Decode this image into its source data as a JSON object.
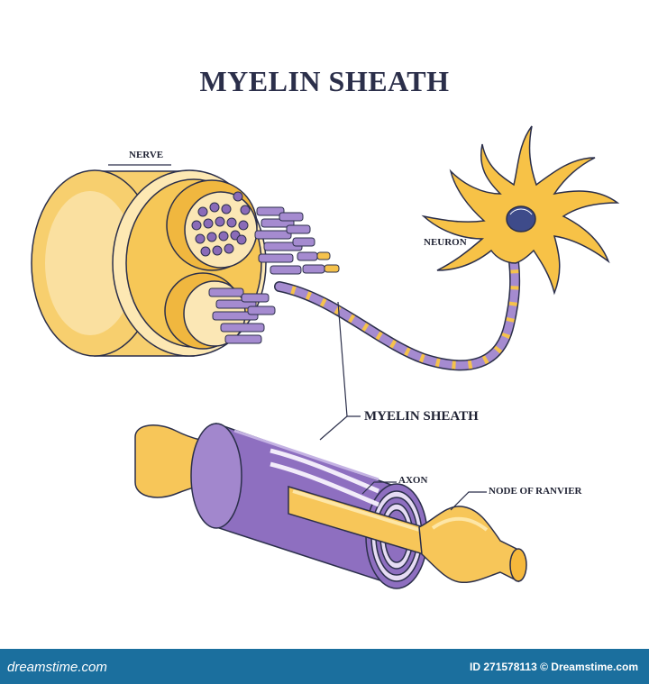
{
  "title": "MYELIN SHEATH",
  "labels": {
    "nerve": "NERVE",
    "neuron": "NEURON",
    "myelin_sheath": "MYELIN SHEATH",
    "axon": "AXON",
    "node_of_ranvier": "NODE OF RANVIER"
  },
  "footer": {
    "brand": "dreamstime.com",
    "stock_id": "ID 271578113 © Dreamstime.com"
  },
  "colors": {
    "myelin": "#9b7cc4",
    "myelin_dark": "#6f4f9b",
    "axon": "#f5c24c",
    "nerve_outer": "#f7cf6e",
    "outline": "#2b2f4a",
    "footer_bar": "#1b6f9e"
  }
}
